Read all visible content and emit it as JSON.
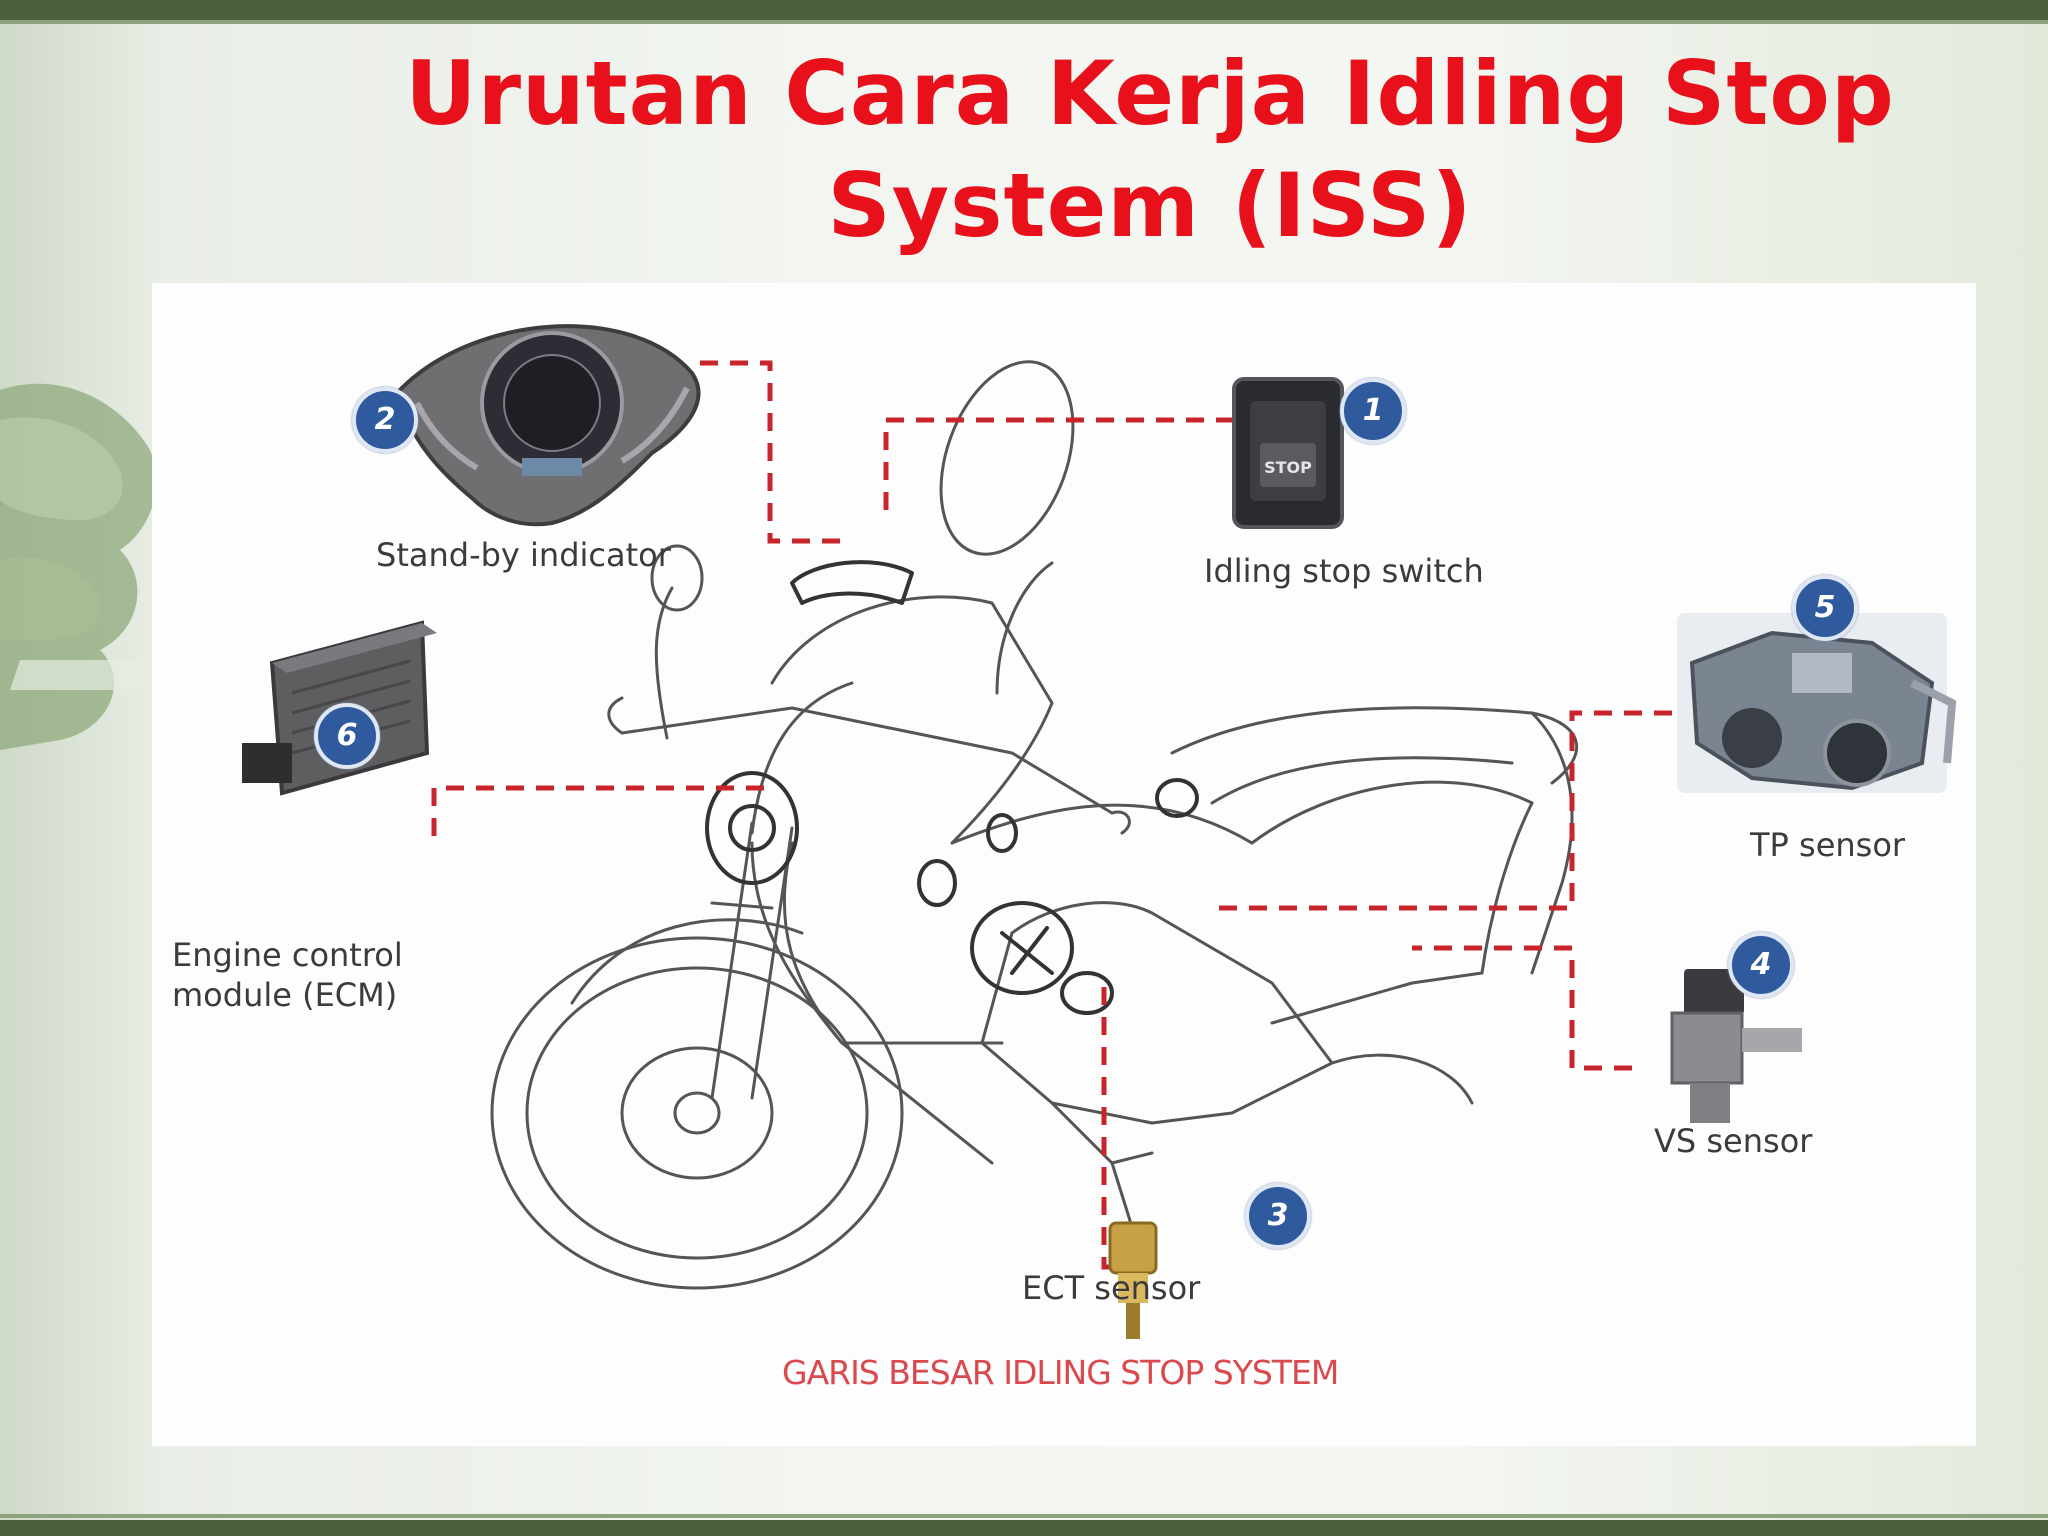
{
  "slide": {
    "title": "Urutan Cara Kerja Idling Stop System (ISS)"
  },
  "diagram": {
    "caption": "GARIS BESAR IDLING STOP SYSTEM",
    "components": [
      {
        "number": "1",
        "label": "Idling stop switch",
        "icon": "switch-icon"
      },
      {
        "number": "2",
        "label": "Stand-by indicator",
        "icon": "speedometer-icon"
      },
      {
        "number": "3",
        "label": "ECT sensor",
        "icon": "temperature-sensor-icon"
      },
      {
        "number": "4",
        "label": "VS sensor",
        "icon": "speed-sensor-icon"
      },
      {
        "number": "5",
        "label": "TP sensor",
        "icon": "throttle-body-icon"
      },
      {
        "number": "6",
        "label": "Engine control\nmodule (ECM)",
        "icon": "ecm-box-icon"
      }
    ]
  },
  "colors": {
    "title": "#e8101b",
    "caption": "#d94a4f",
    "badge": "#2f5a9e",
    "connector": "#c8242c",
    "frame": "#4a5f3c"
  }
}
